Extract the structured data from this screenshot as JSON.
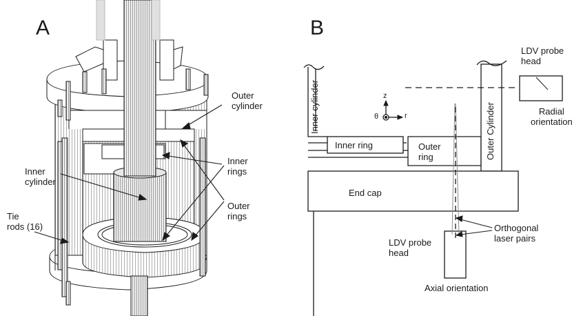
{
  "panel_a": {
    "letter": "A",
    "labels": {
      "outer_cylinder": "Outer\ncylinder",
      "inner_rings": "Inner\nrings",
      "inner_cylinder": "Inner\ncylinder",
      "outer_rings": "Outer\nrings",
      "tie_rods": "Tie\nrods (16)"
    }
  },
  "panel_b": {
    "letter": "B",
    "labels": {
      "inner_cylinder": "Inner cylinder",
      "outer_cylinder": "Outer Cylinder",
      "inner_ring": "Inner ring",
      "outer_ring": "Outer\nring",
      "end_cap": "End cap",
      "ldv_probe_head_top": "LDV probe\nhead",
      "radial_orientation": "Radial\norientation",
      "ldv_probe_head_bottom": "LDV probe\nhead",
      "axial_orientation": "Axial orientation",
      "orthogonal_laser_pairs": "Orthogonal\nlaser pairs"
    },
    "axes": {
      "z": "z",
      "theta": "θ",
      "r": "r"
    }
  },
  "colors": {
    "line": "#1a1a1a",
    "gray": "#8a8a8a",
    "light_gray": "#c8c8c8"
  }
}
